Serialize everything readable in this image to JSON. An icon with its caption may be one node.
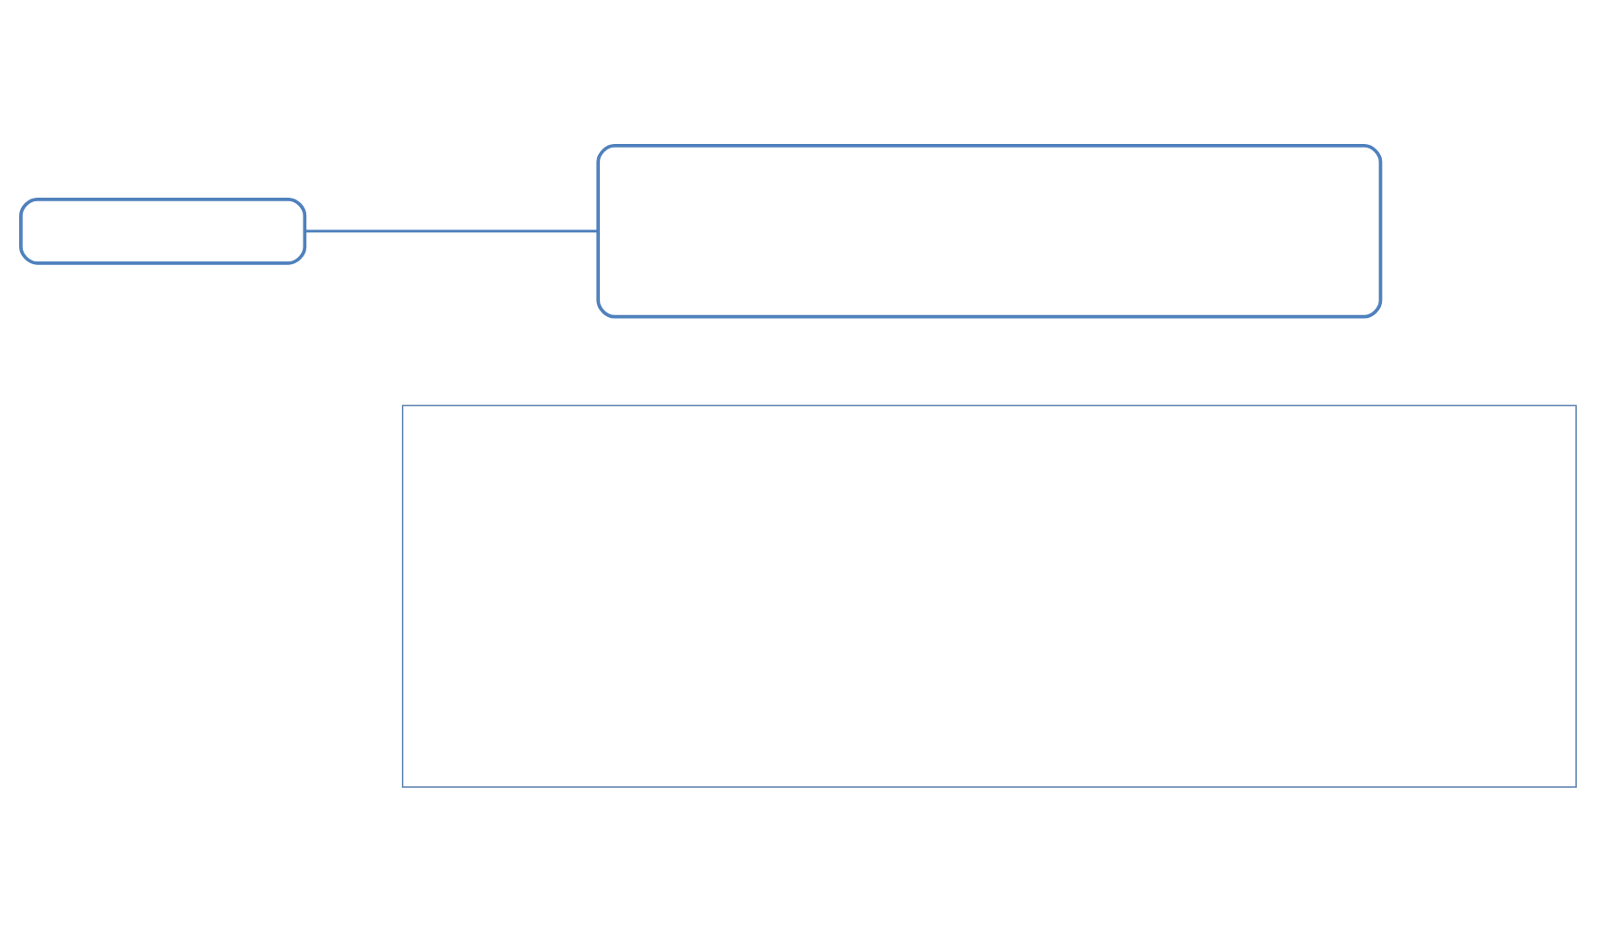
{
  "diagram": {
    "nodes": [
      {
        "text": [],
        "shape": "box"
      },
      {
        "text": [],
        "shape": "box"
      },
      {
        "text": [],
        "shape": "box"
      }
    ],
    "edges": [
      {
        "from": 0,
        "to": 1,
        "arrow": "none"
      }
    ]
  }
}
